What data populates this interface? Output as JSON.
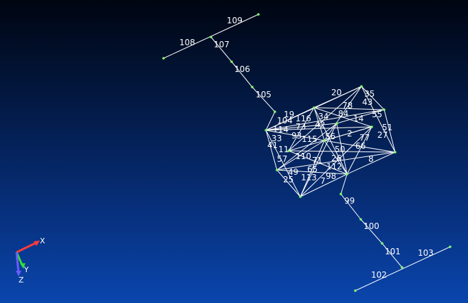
{
  "colors": {
    "background_top": "#000511",
    "background_bottom": "#0a46ad",
    "wire": "#ffffff",
    "node": "#7dff6a",
    "axis_x": "#ff3b3b",
    "axis_y": "#33dd33",
    "axis_z": "#6a5cff"
  },
  "axes": {
    "x": "X",
    "y": "Y",
    "z": "Z"
  },
  "element_labels": [
    "109",
    "108",
    "107",
    "106",
    "105",
    "20",
    "35",
    "78",
    "43",
    "19",
    "116",
    "34",
    "84",
    "104",
    "114",
    "73",
    "42",
    "55",
    "14",
    "51",
    "33",
    "93",
    "115",
    "56",
    "2",
    "77",
    "27",
    "41",
    "11",
    "110",
    "71",
    "50",
    "66",
    "57",
    "26",
    "8",
    "49",
    "65",
    "112",
    "25",
    "113",
    "7",
    "98",
    "99",
    "100",
    "101",
    "103",
    "102"
  ]
}
